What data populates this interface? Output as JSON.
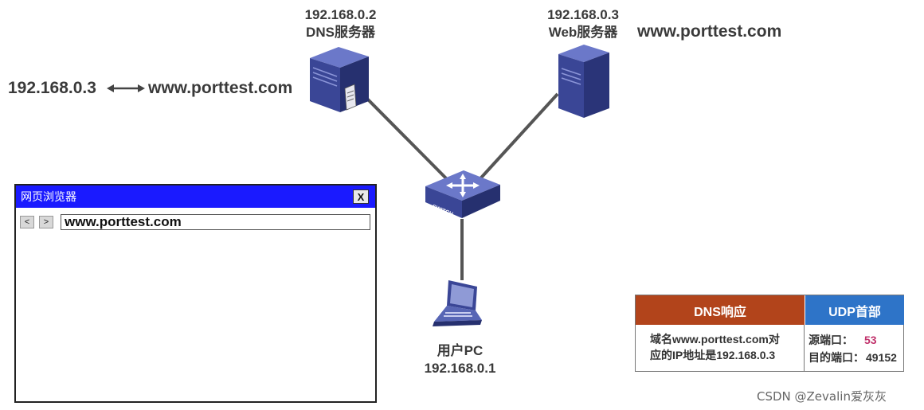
{
  "dns_server": {
    "ip": "192.168.0.2",
    "name": "DNS服务器"
  },
  "web_server": {
    "ip": "192.168.0.3",
    "name": "Web服务器",
    "domain": "www.porttest.com"
  },
  "mapping": {
    "ip": "192.168.0.3",
    "domain": "www.porttest.com"
  },
  "switch": {
    "label": "SWITCH"
  },
  "user_pc": {
    "name": "用户PC",
    "ip": "192.168.0.1"
  },
  "browser": {
    "title": "网页浏览器",
    "close_label": "X",
    "back_label": "<",
    "forward_label": ">",
    "url": "www.porttest.com"
  },
  "packet": {
    "dns_header": "DNS响应",
    "udp_header": "UDP首部",
    "dns_line1": "域名www.porttest.com对",
    "dns_line2": "应的IP地址是192.168.0.3",
    "src_port_label": "源端口：",
    "src_port_value": "53",
    "dst_port_label": "目的端口：",
    "dst_port_value": "49152"
  },
  "watermark": "CSDN @Zevalin爱灰灰",
  "colors": {
    "titlebar": "#1a1aff",
    "dns_header": "#b2441b",
    "udp_header": "#2e74c8",
    "device_blue": "#3f4a9c",
    "link": "#555555",
    "port_53": "#c0306a"
  }
}
